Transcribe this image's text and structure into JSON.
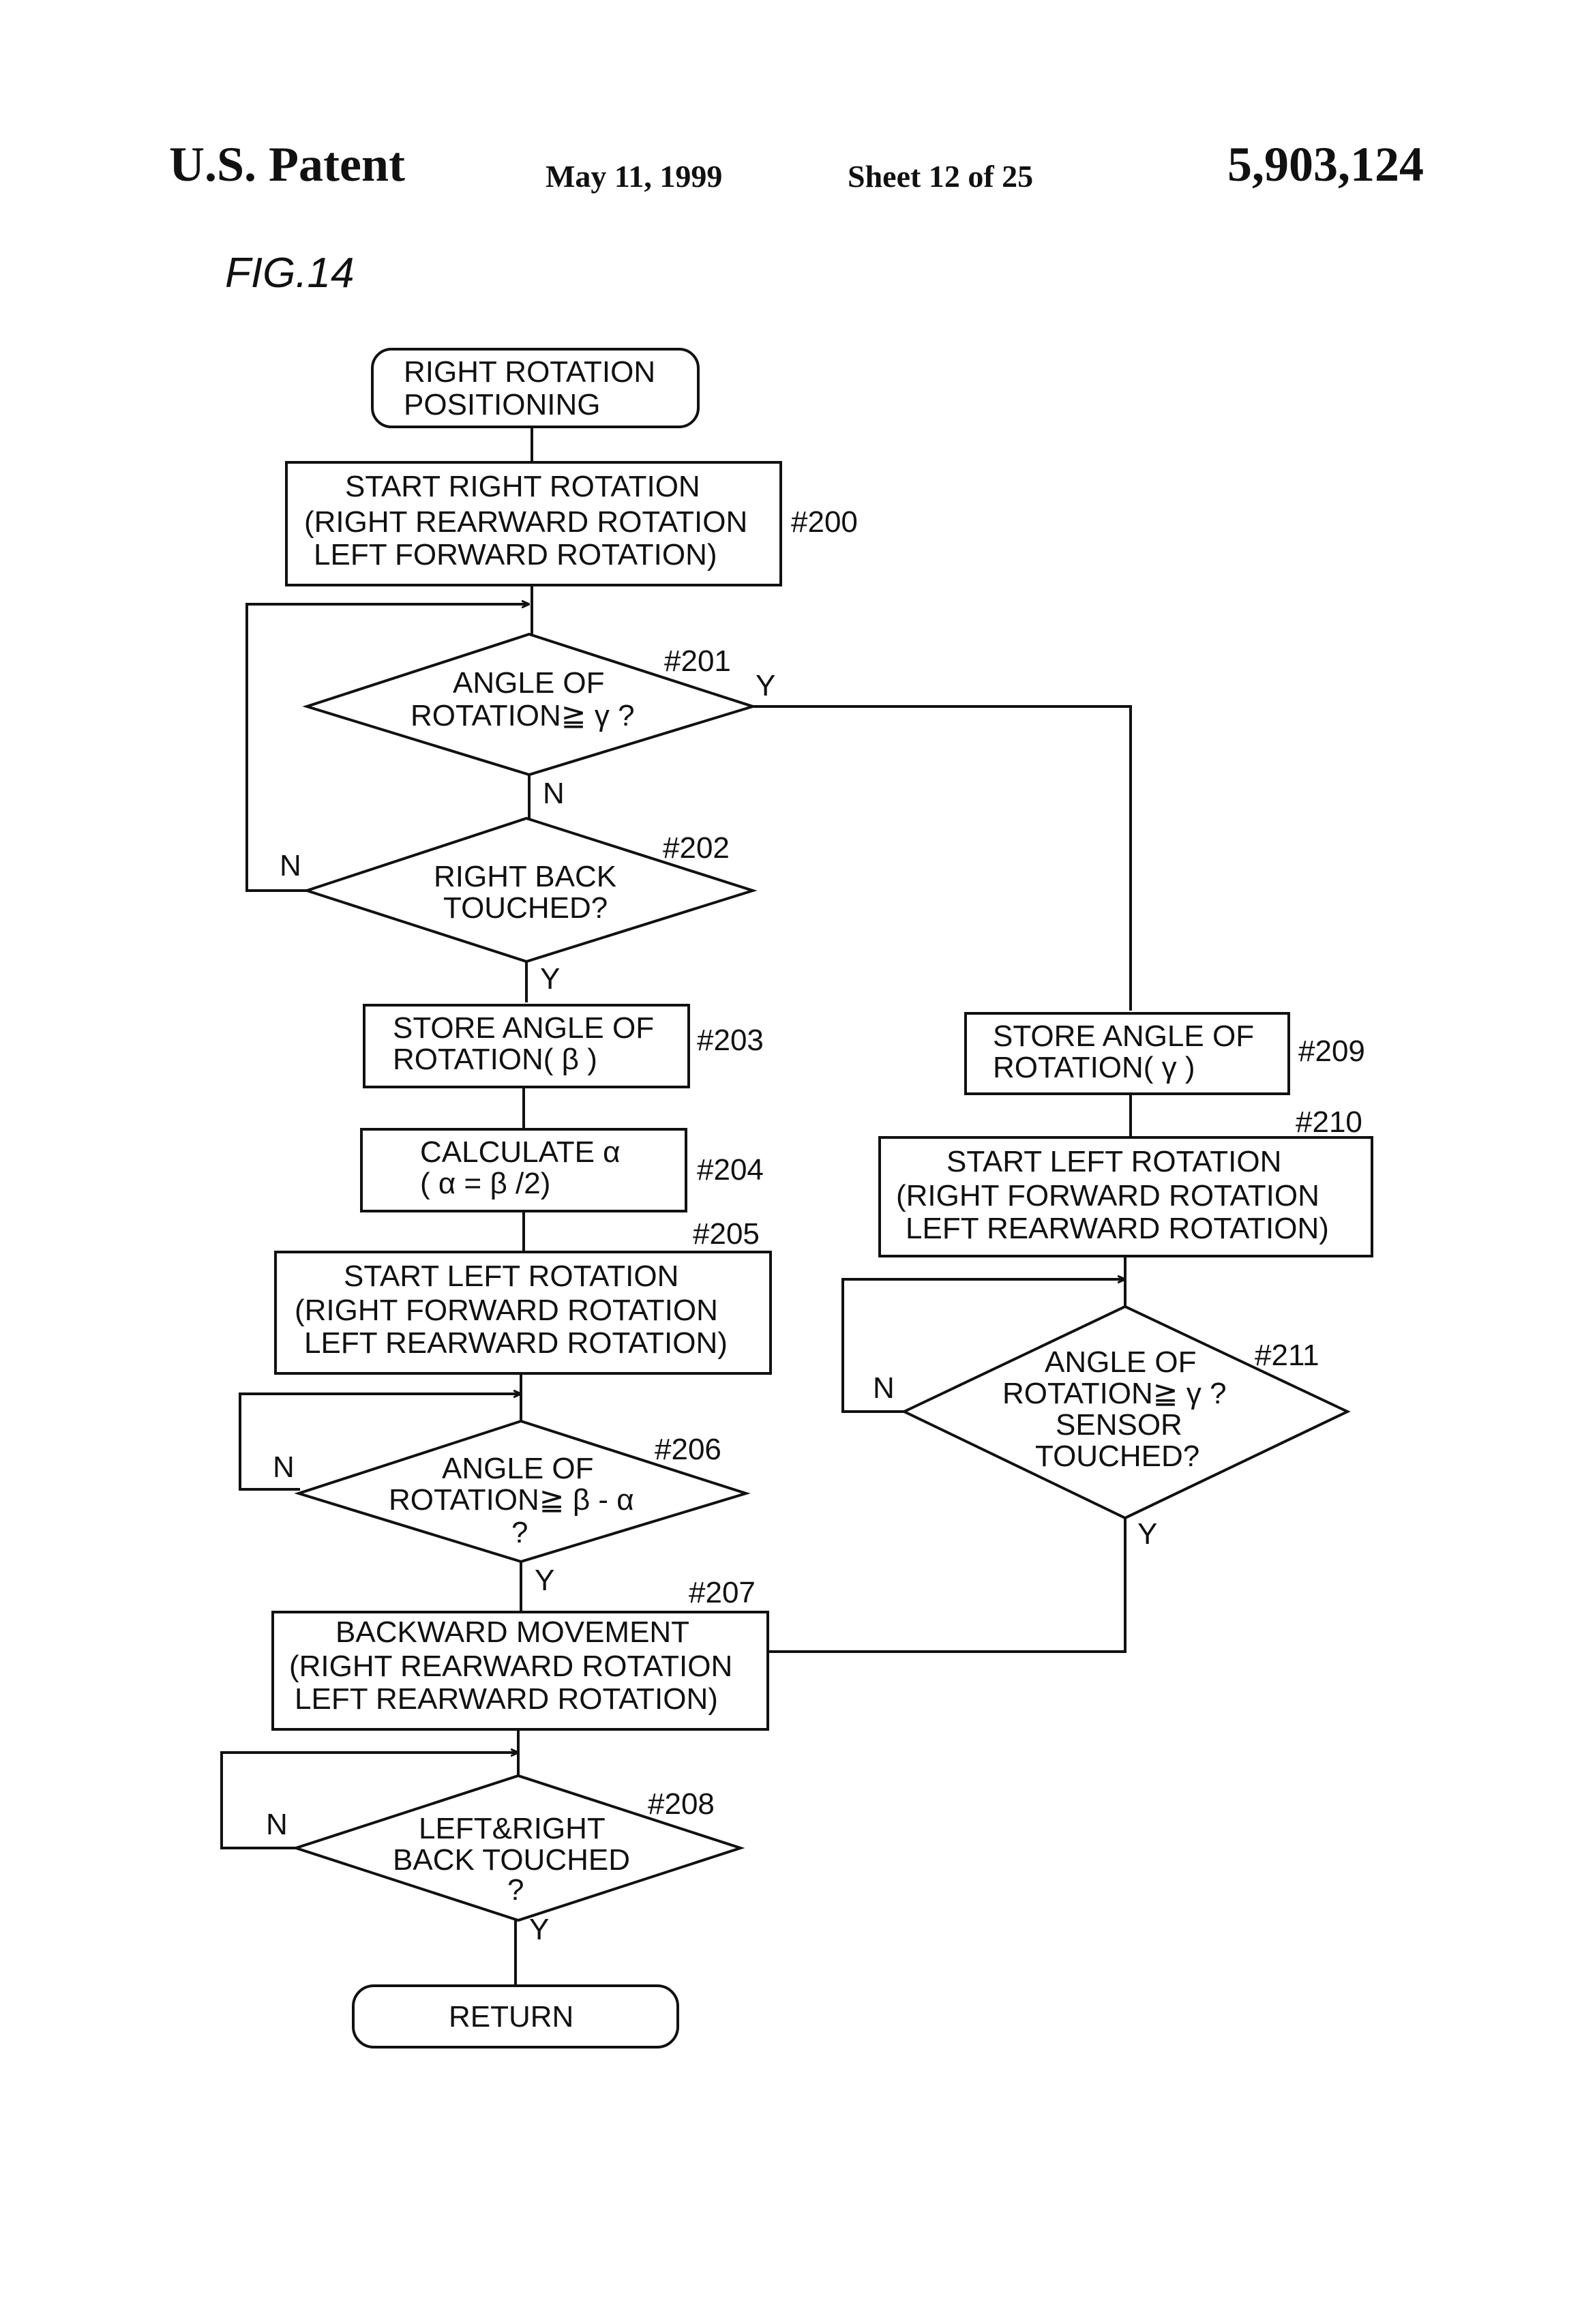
{
  "header": {
    "patent": "U.S. Patent",
    "date": "May 11, 1999",
    "sheet": "Sheet 12 of 25",
    "number": "5,903,124"
  },
  "figure_label": "FIG.14",
  "flowchart": {
    "start": [
      "RIGHT ROTATION",
      "POSITIONING"
    ],
    "s200": {
      "lines": [
        "START RIGHT ROTATION",
        "(RIGHT REARWARD ROTATION",
        "LEFT FORWARD ROTATION)"
      ],
      "ref": "#200"
    },
    "s201": {
      "lines": [
        "ANGLE OF",
        "ROTATION≧ γ ?"
      ],
      "ref": "#201"
    },
    "s202": {
      "lines": [
        "RIGHT BACK",
        "TOUCHED?"
      ],
      "ref": "#202"
    },
    "s203": {
      "lines": [
        "STORE ANGLE OF",
        "ROTATION( β )"
      ],
      "ref": "#203"
    },
    "s204": {
      "lines": [
        "CALCULATE  α",
        "( α = β /2)"
      ],
      "ref": "#204"
    },
    "s205": {
      "lines": [
        "START LEFT ROTATION",
        "(RIGHT FORWARD ROTATION",
        "LEFT REARWARD ROTATION)"
      ],
      "ref": "#205"
    },
    "s206": {
      "lines": [
        "ANGLE OF",
        "ROTATION≧ β - α",
        "?"
      ],
      "ref": "#206"
    },
    "s207": {
      "lines": [
        "BACKWARD MOVEMENT",
        "(RIGHT REARWARD ROTATION",
        "LEFT REARWARD ROTATION)"
      ],
      "ref": "#207"
    },
    "s208": {
      "lines": [
        "LEFT&RIGHT",
        "BACK TOUCHED",
        "?"
      ],
      "ref": "#208"
    },
    "s209": {
      "lines": [
        "STORE ANGLE OF",
        "ROTATION( γ )"
      ],
      "ref": "#209"
    },
    "s210": {
      "lines": [
        "START LEFT ROTATION",
        "(RIGHT FORWARD ROTATION",
        "LEFT REARWARD ROTATION)"
      ],
      "ref": "#210"
    },
    "s211": {
      "lines": [
        "ANGLE OF",
        "ROTATION≧ γ ?",
        "SENSOR",
        "TOUCHED?"
      ],
      "ref": "#211"
    },
    "end": [
      "RETURN"
    ],
    "yes": "Y",
    "no": "N"
  }
}
